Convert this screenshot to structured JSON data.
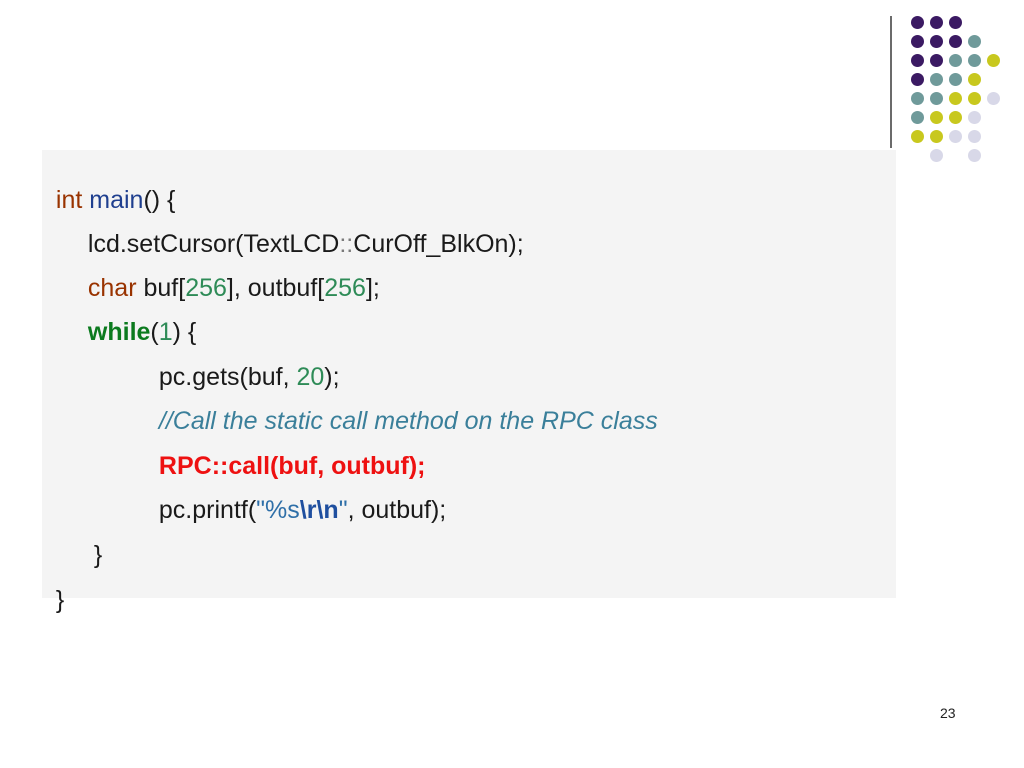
{
  "slide": {
    "page_number": "23",
    "dot_colors": {
      "purple": "#3b1a63",
      "teal": "#6f9a9a",
      "yellow": "#c8c81e",
      "lavender": "#d8d8e8"
    }
  },
  "code": {
    "line1": {
      "type_kw": "int",
      "fn": "main",
      "rest": "() {"
    },
    "line2": {
      "a": "lcd.setCursor(TextLCD",
      "op": "::",
      "b": "CurOff_BlkOn);"
    },
    "line3": {
      "type_kw": "char",
      "a": " buf[",
      "n1": "256",
      "b": "], outbuf[",
      "n2": "256",
      "c": "];"
    },
    "line4": {
      "kw": "while",
      "a": "(",
      "n": "1",
      "b": ") {"
    },
    "line5": {
      "a": "pc.gets(buf, ",
      "n": "20",
      "b": ");"
    },
    "line6": {
      "comment": "//Call the static call method on the RPC class"
    },
    "line7": {
      "highlight": "RPC::call(buf, outbuf);"
    },
    "line8": {
      "a": "pc.printf(",
      "s1": "\"%s",
      "esc": "\\r\\n",
      "s2": "\"",
      "b": ", outbuf);"
    },
    "line9": {
      "brace": "}"
    },
    "line10": {
      "brace": "}"
    }
  }
}
